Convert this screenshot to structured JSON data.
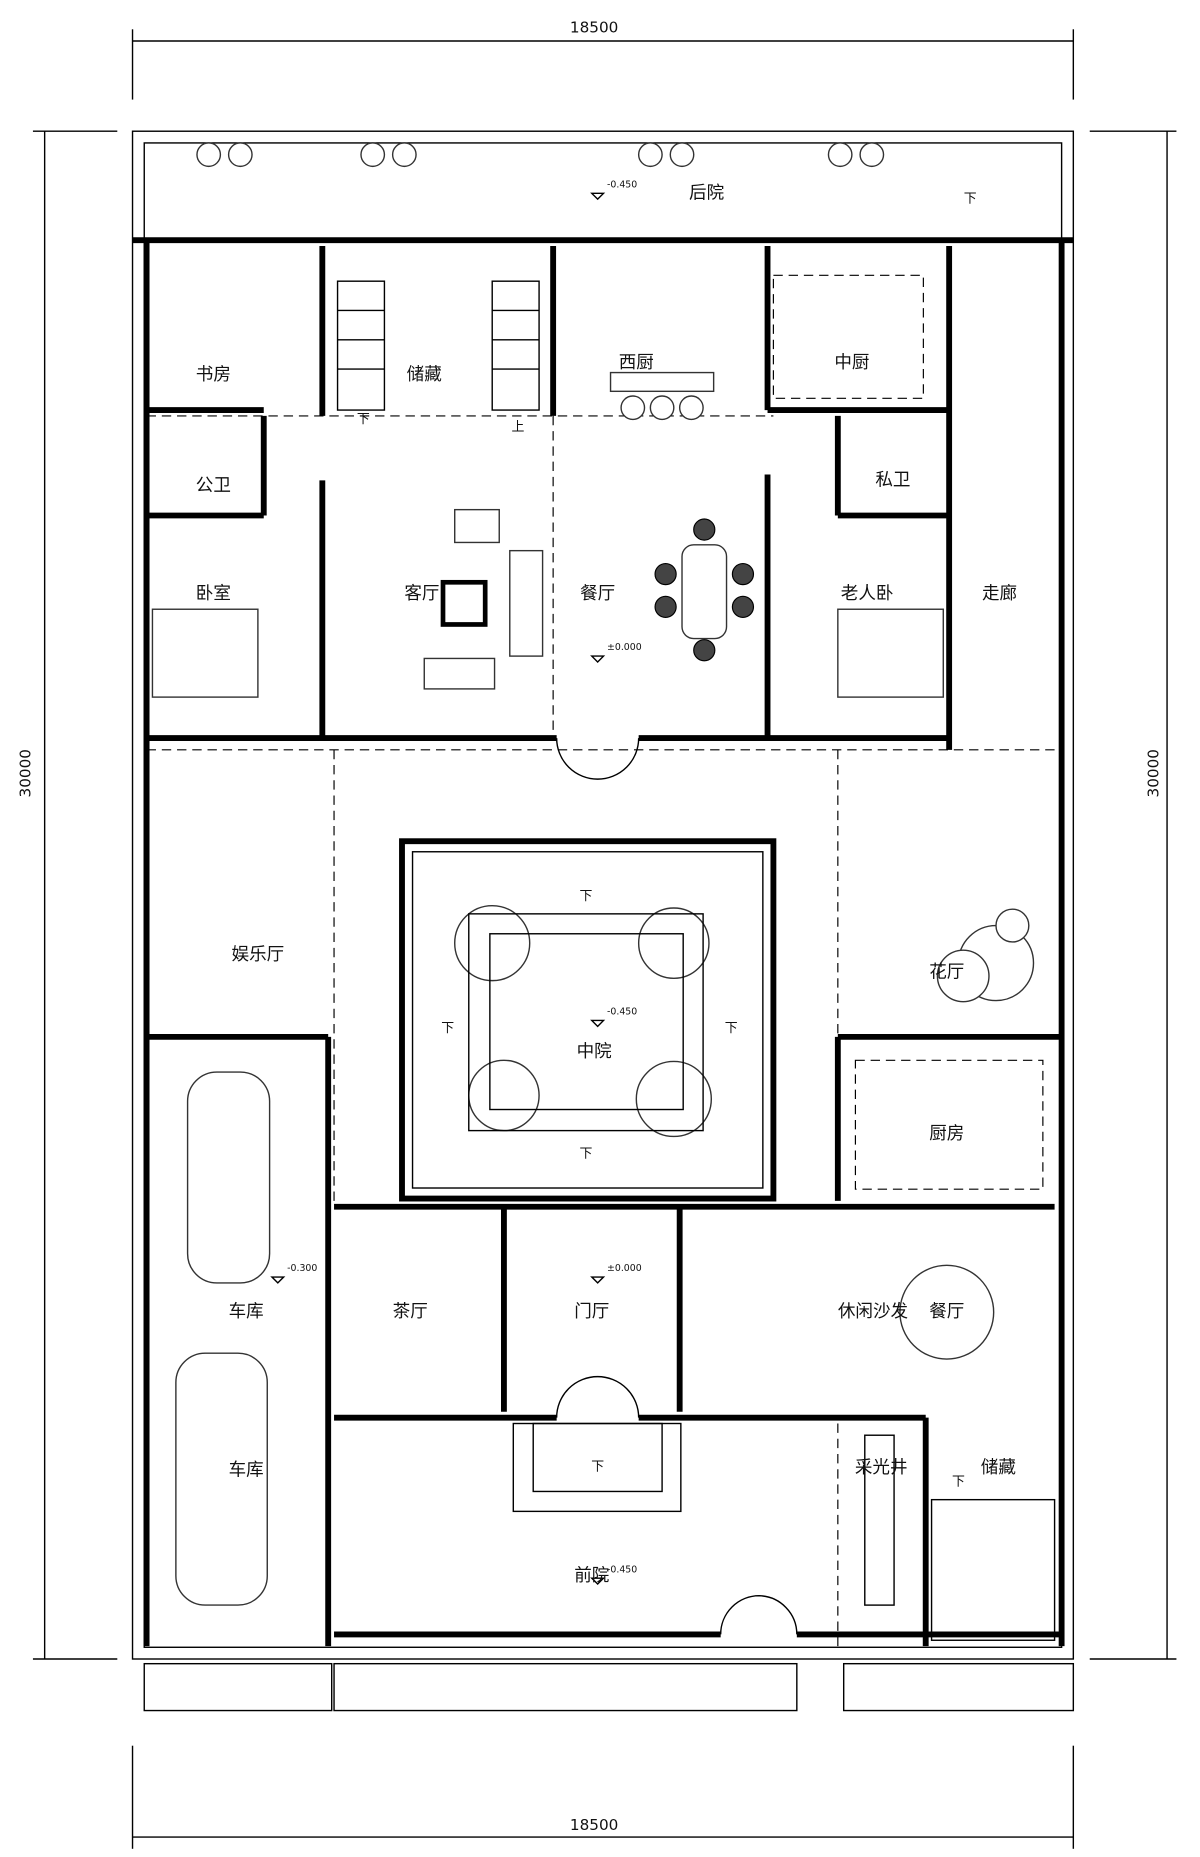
{
  "dimensions": {
    "width_top": "18500",
    "width_bottom": "18500",
    "depth_left": "30000",
    "depth_right": "30000"
  },
  "rooms": {
    "back_yard": "后院",
    "study": "书房",
    "storage_north": "储藏",
    "western_kitchen": "西厨",
    "chinese_kitchen": "中厨",
    "public_bath": "公卫",
    "private_bath": "私卫",
    "bedroom": "卧室",
    "living_room": "客厅",
    "dining_room": "餐厅",
    "elder_bedroom": "老人卧",
    "corridor": "走廊",
    "entertainment_hall": "娱乐厅",
    "flower_hall": "花厅",
    "central_courtyard": "中院",
    "kitchen": "厨房",
    "garage_1": "车库",
    "garage_2": "车库",
    "tea_room": "茶厅",
    "foyer": "门厅",
    "lounge_sofa": "休闲沙发",
    "dining_room_2": "餐厅",
    "light_well": "采光井",
    "storage_south": "储藏",
    "front_yard": "前院"
  },
  "levels": {
    "back_yard": "-0.450",
    "dining": "±0.000",
    "courtyard": "-0.450",
    "garage": "-0.300",
    "foyer": "±0.000",
    "front_yard": "-0.450"
  },
  "stair_marks": {
    "down": "下",
    "up": "上"
  }
}
